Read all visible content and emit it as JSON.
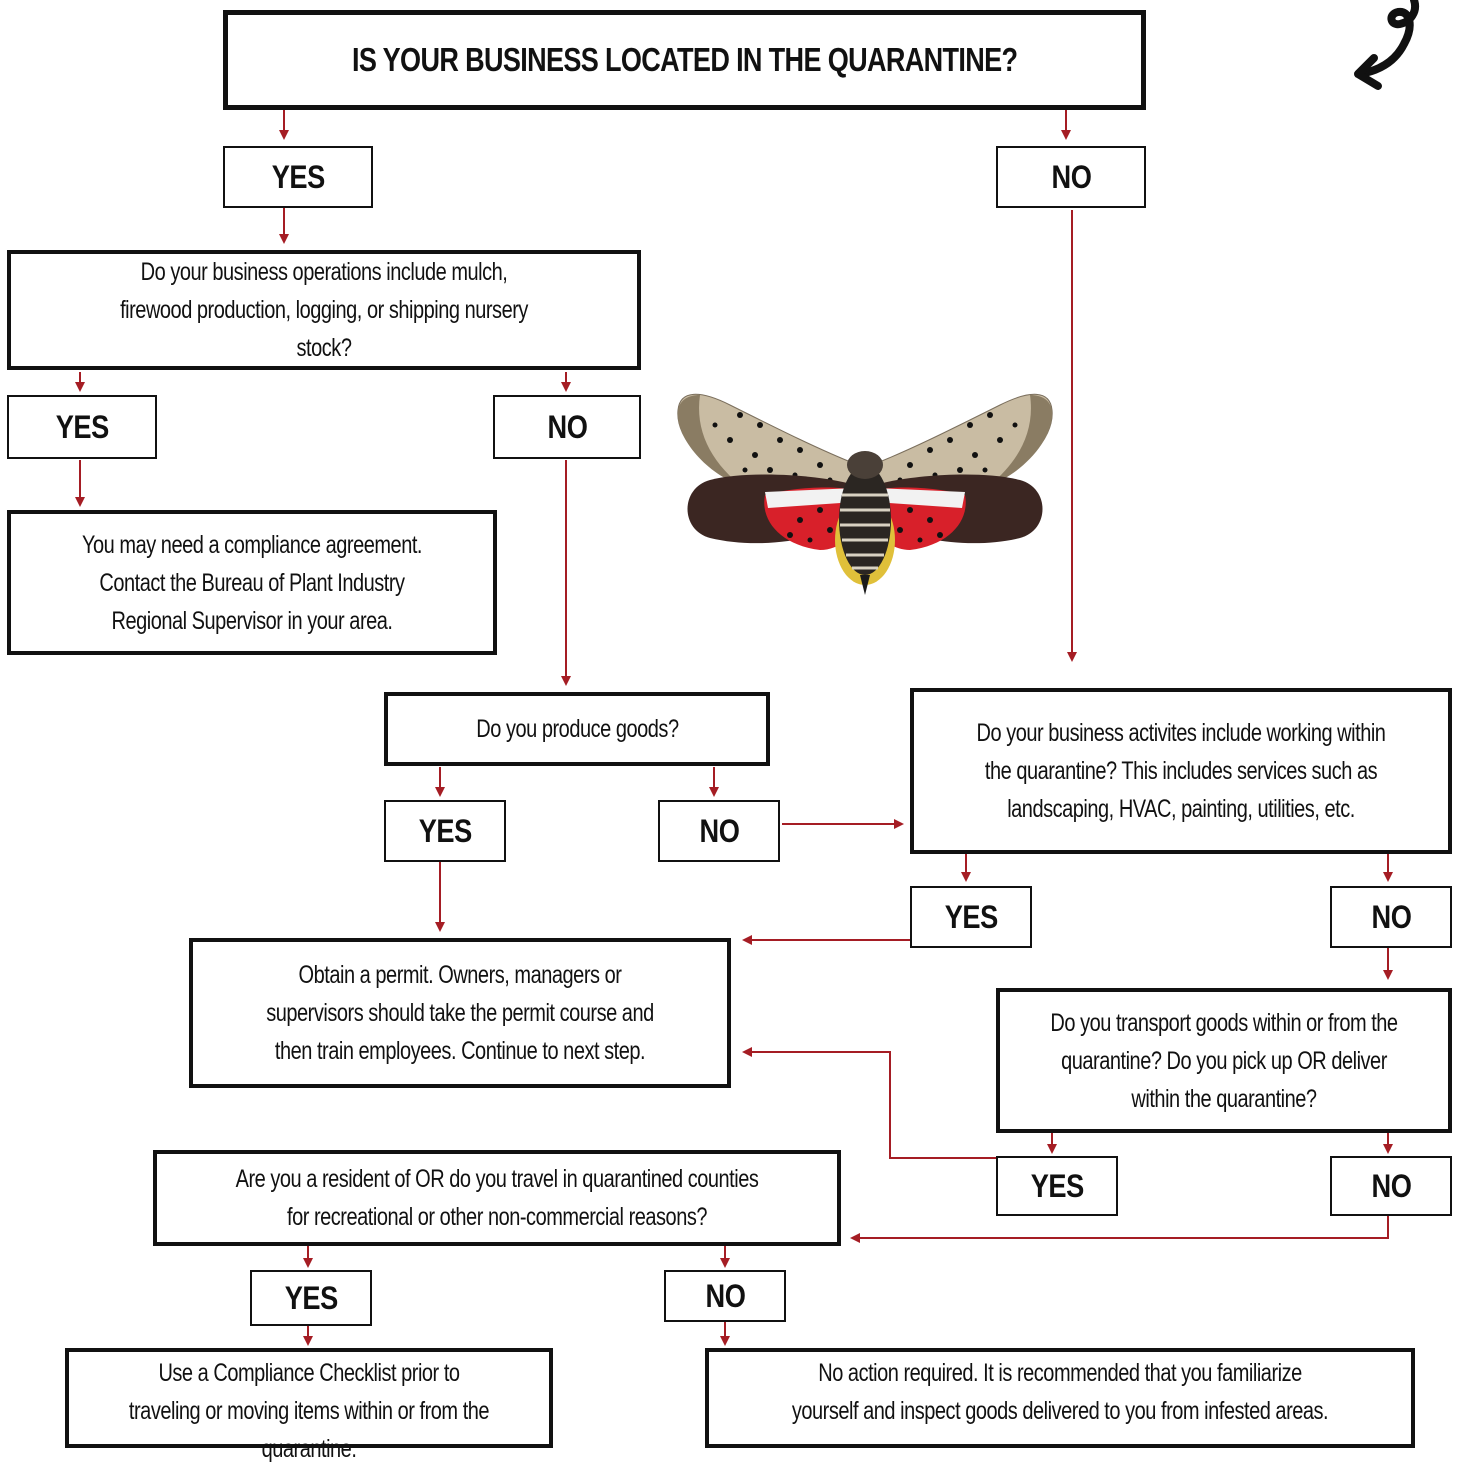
{
  "title": "IS YOUR BUSINESS LOCATED IN THE QUARANTINE?",
  "yes": "YES",
  "no": "NO",
  "q_operations": "Do your business operations include mulch, firewood production, logging, or shipping nursery stock?",
  "compliance_agreement": "You may need a compliance agreement. Contact the Bureau of Plant Industry Regional Supervisor in your area.",
  "q_produce": "Do you produce goods?",
  "q_activities": "Do your business activites include working within the quarantine? This includes services such as landscaping, HVAC, painting, utilities, etc.",
  "permit": "Obtain a permit. Owners, managers or supervisors should take the permit course and then train employees. Continue to next step.",
  "q_transport": "Do you transport goods within or from the quarantine? Do you pick up OR deliver within the quarantine?",
  "q_resident": "Are you a resident of OR do you travel in quarantined counties for recreational or other non-commercial reasons?",
  "checklist": "Use a Compliance Checklist prior to traveling or moving items within or from the quarantine.",
  "no_action": "No action required. It is recommended that you familiarize yourself and inspect goods delivered to you from infested areas.",
  "colors": {
    "arrow": "#a51d24",
    "border": "#111111"
  },
  "icons": [
    "spotted-lanternfly-image",
    "curled-arrow-icon"
  ]
}
